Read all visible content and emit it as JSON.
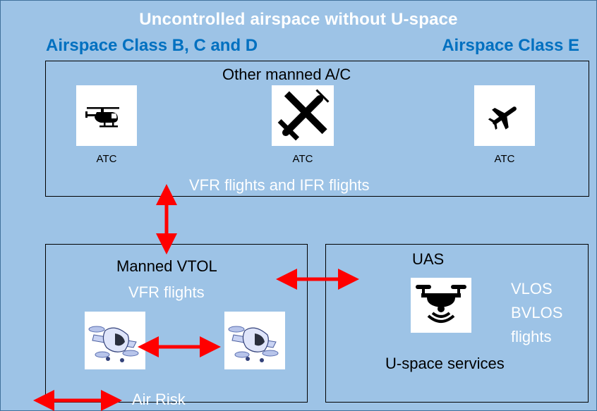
{
  "title": "Uncontrolled airspace without U-space",
  "airspace_classes": {
    "left": "Airspace Class B, C and D",
    "right": "Airspace Class E"
  },
  "manned_box": {
    "title": "Other manned A/C",
    "flights": "VFR flights and IFR flights",
    "aircraft": [
      {
        "icon": "helicopter-icon",
        "label": "ATC"
      },
      {
        "icon": "airplane-icon",
        "label": "ATC"
      },
      {
        "icon": "jet-icon",
        "label": "ATC"
      }
    ]
  },
  "vtol_box": {
    "title": "Manned VTOL",
    "flights": "VFR flights",
    "icons": [
      "evtol-icon",
      "evtol-icon"
    ]
  },
  "uas_box": {
    "title": "UAS",
    "flights_lines": [
      "VLOS",
      "BVLOS",
      "flights"
    ],
    "services": "U-space services",
    "icon": "drone-icon"
  },
  "legend": {
    "label": "Air Risk"
  },
  "colors": {
    "background": "#9dc3e6",
    "accent_blue": "#0070c0",
    "arrow_red": "#ff0000",
    "text_white": "#ffffff"
  }
}
